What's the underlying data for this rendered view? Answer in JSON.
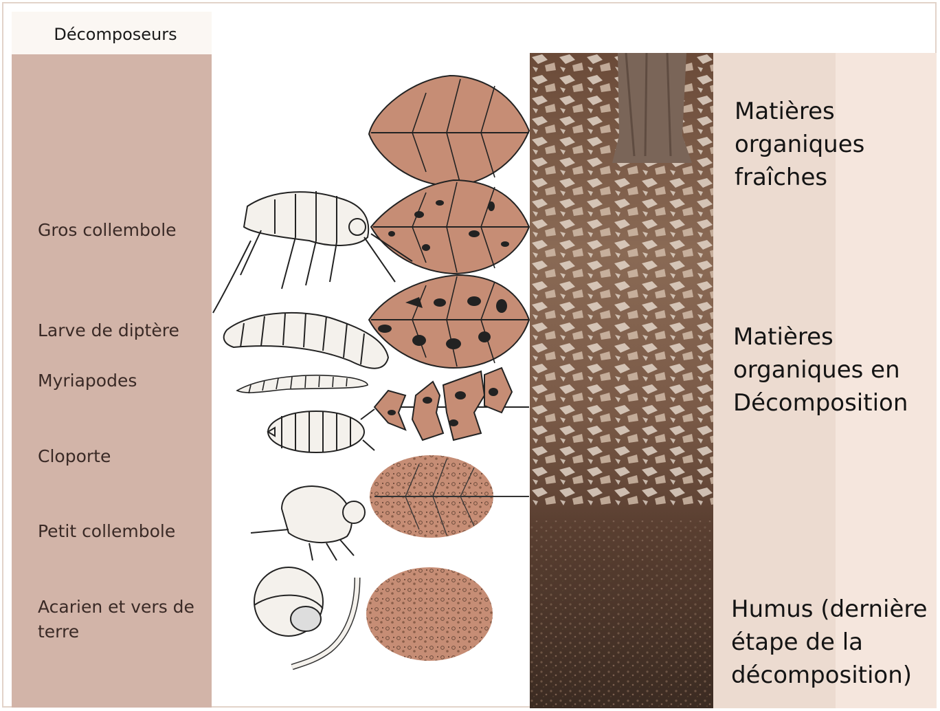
{
  "decomposers_header": "Décomposeurs",
  "organisms": [
    "Gros collembole",
    "Larve de diptère",
    "Myriapodes",
    "Cloporte",
    "Petit collembole",
    "Acarien et vers de terre"
  ],
  "layers": [
    "Matières organiques fraîches",
    "Matières organiques en Décomposition",
    "Humus  (dernière étape de la décomposition)"
  ],
  "colors": {
    "left_column": "#d2b4a8",
    "leaf_fill": "#c68d75",
    "right_band": "#f5e6dd",
    "soil_dark": "#3b2b22"
  }
}
